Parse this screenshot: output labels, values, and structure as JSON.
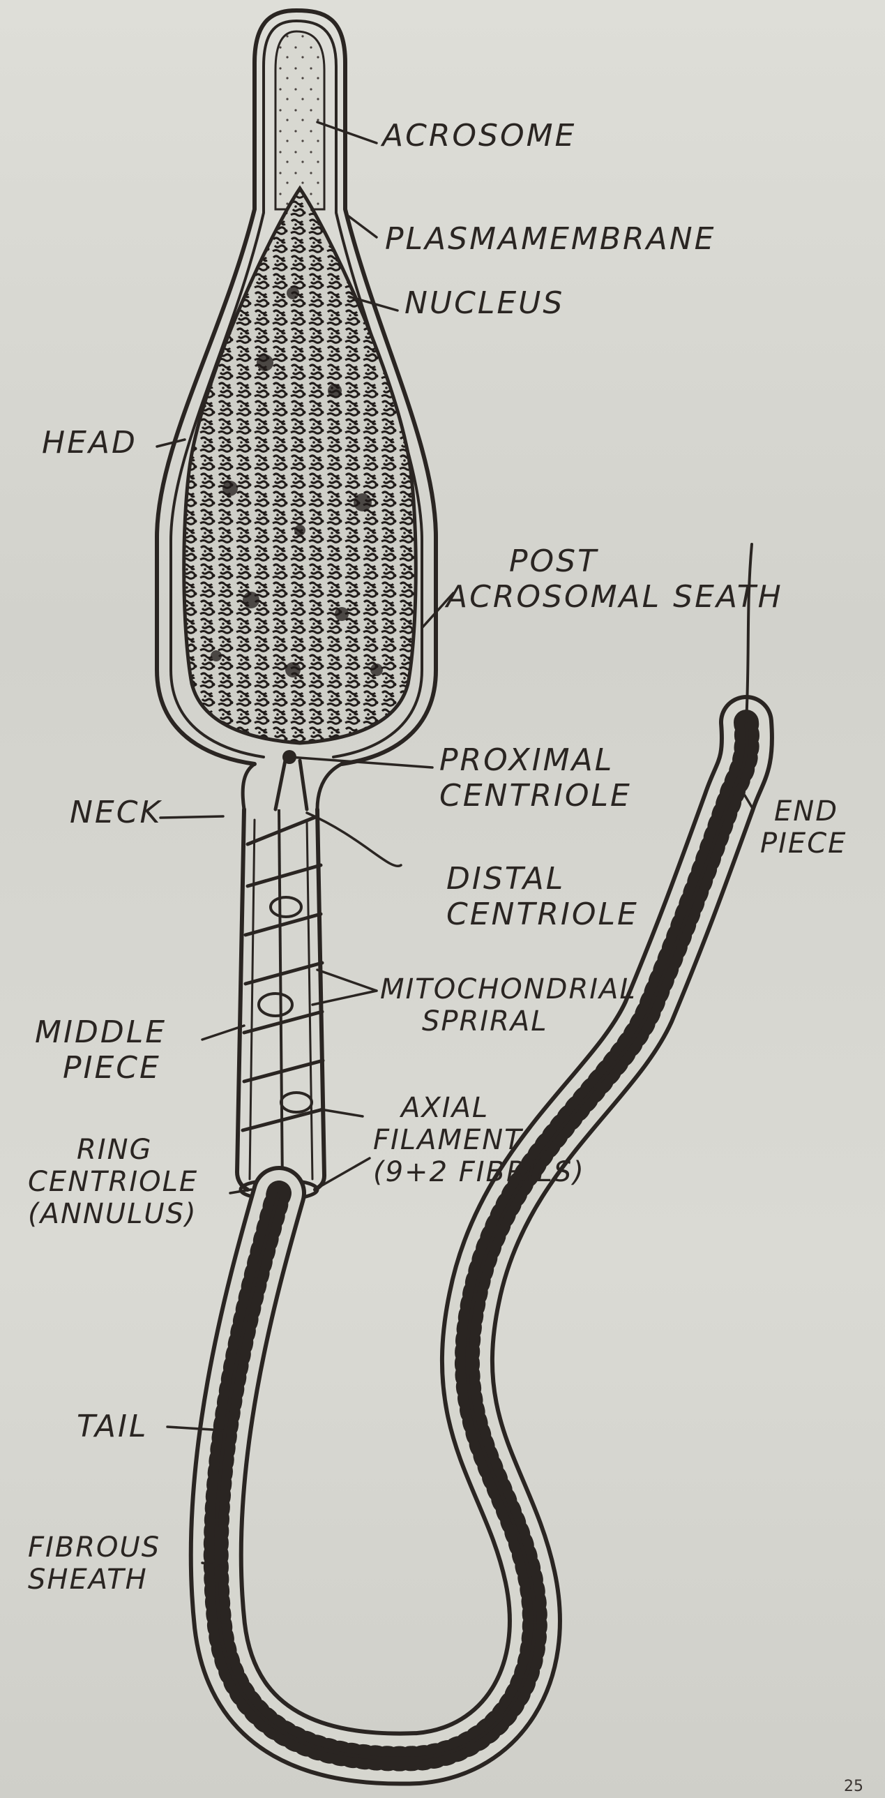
{
  "labels": {
    "acrosome": "ACROSOME",
    "plasmamembrane": "PLASMAMEMBRANE",
    "nucleus": "NUCLEUS",
    "head": "HEAD",
    "post_acrosomal_1": "POST",
    "post_acrosomal_2": "ACROSOMAL SEATH",
    "proximal_1": "PROXIMAL",
    "proximal_2": "CENTRIOLE",
    "neck": "NECK",
    "end_piece_1": "END",
    "end_piece_2": "PIECE",
    "distal_1": "DISTAL",
    "distal_2": "CENTRIOLE",
    "mito_1": "MITOCHONDRIAL",
    "mito_2": "SPRIRAL",
    "middle_1": "MIDDLE",
    "middle_2": "PIECE",
    "axial_1": "AXIAL",
    "axial_2": "FILAMENT",
    "axial_3": "(9+2 FIBRILS)",
    "ring_1": "RING",
    "ring_2": "CENTRIOLE",
    "ring_3": "(ANNULUS)",
    "tail": "TAIL",
    "fibrous_1": "FIBROUS",
    "fibrous_2": "SHEATH"
  },
  "page_number": "25",
  "colors": {
    "ink": "#2a2522",
    "paper": "#d9d9d3"
  }
}
